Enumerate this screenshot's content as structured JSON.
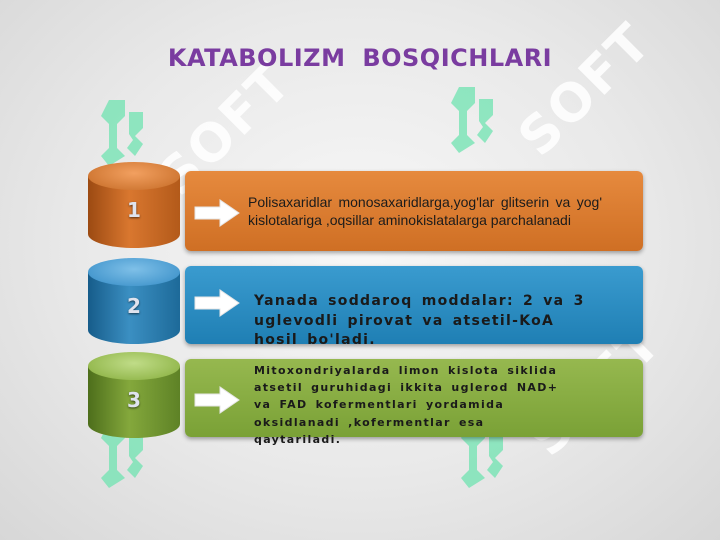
{
  "title": "KATABOLIZM  BOSQICHLARI",
  "watermark": {
    "text": "SOFT",
    "icon": "soft-logo-icon"
  },
  "colors": {
    "title": "#7a3ca0",
    "stage1": "#d9772f",
    "stage2": "#2b88c0",
    "stage3": "#84a83c"
  },
  "stages": [
    {
      "number": "1",
      "text": "Polisaxaridlar monosaxaridlarga,yog'lar glitserin va yog' kislotalariga ,oqsillar aminokislatalarga parchalanadi",
      "icon": "right-arrow-icon"
    },
    {
      "number": "2",
      "text": "Yanada soddaroq moddalar: 2 va 3 uglevodli pirovat va atsetil-KoA hosil bo'ladi.",
      "icon": "right-arrow-icon"
    },
    {
      "number": "3",
      "text": "Mitoxondriyalarda limon kislota siklida atsetil guruhidagi ikkita uglerod NAD+ va FAD kofermentlari yordamida oksidlanadi ,kofermentlar esa qaytariladi.",
      "icon": "right-arrow-icon"
    }
  ]
}
